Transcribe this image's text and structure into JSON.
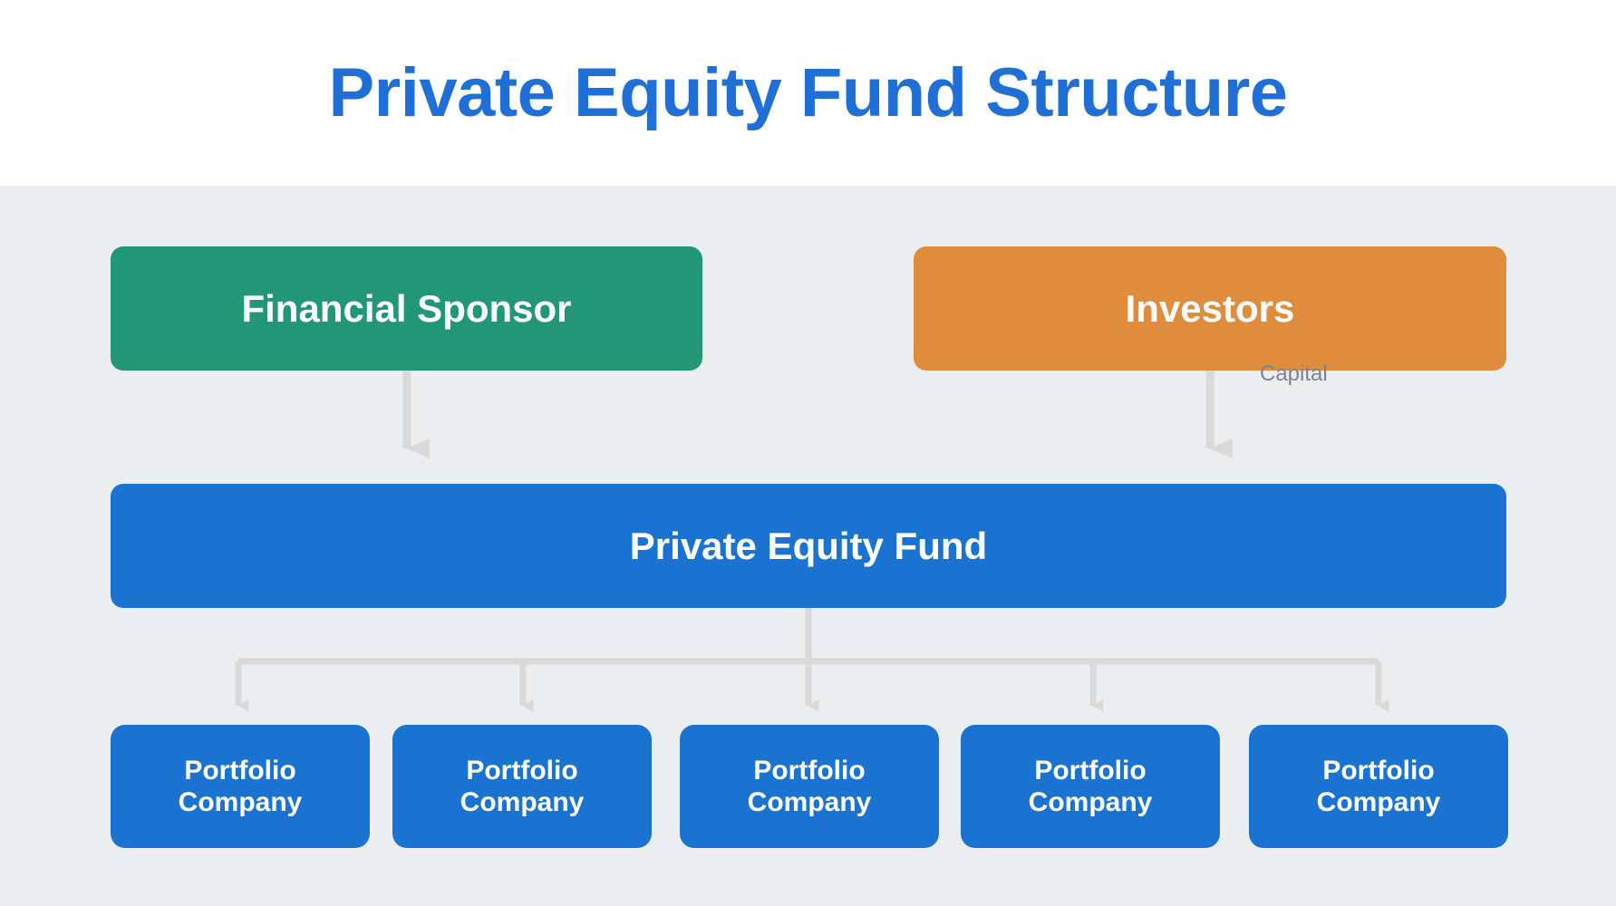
{
  "header": {
    "title": "Private Equity Fund Structure",
    "title_color": "#1f6fd6",
    "background": "#ffffff"
  },
  "canvas": {
    "background": "#ebedef",
    "connector_color": "#d9d9d9"
  },
  "diagram": {
    "type": "hierarchy-flowchart",
    "nodes": [
      {
        "id": "financial-sponsor",
        "label": "Financial Sponsor",
        "color": "#219775",
        "text_color": "#ffffff",
        "level": 1
      },
      {
        "id": "investors",
        "label": "Investors",
        "color": "#df8c3c",
        "text_color": "#ffffff",
        "level": 1
      },
      {
        "id": "private-equity-fund",
        "label": "Private Equity Fund",
        "color": "#1b73d1",
        "text_color": "#ffffff",
        "level": 2
      },
      {
        "id": "portfolio-company-1",
        "label": "Portfolio Company",
        "color": "#1b73d1",
        "text_color": "#ffffff",
        "level": 3
      },
      {
        "id": "portfolio-company-2",
        "label": "Portfolio Company",
        "color": "#1b73d1",
        "text_color": "#ffffff",
        "level": 3
      },
      {
        "id": "portfolio-company-3",
        "label": "Portfolio Company",
        "color": "#1b73d1",
        "text_color": "#ffffff",
        "level": 3
      },
      {
        "id": "portfolio-company-4",
        "label": "Portfolio Company",
        "color": "#1b73d1",
        "text_color": "#ffffff",
        "level": 3
      },
      {
        "id": "portfolio-company-5",
        "label": "Portfolio Company",
        "color": "#1b73d1",
        "text_color": "#ffffff",
        "level": 3
      }
    ],
    "edges": [
      {
        "from": "financial-sponsor",
        "to": "private-equity-fund",
        "label": ""
      },
      {
        "from": "investors",
        "to": "private-equity-fund",
        "label": "Capital"
      },
      {
        "from": "private-equity-fund",
        "to": "portfolio-company-1",
        "label": ""
      },
      {
        "from": "private-equity-fund",
        "to": "portfolio-company-2",
        "label": ""
      },
      {
        "from": "private-equity-fund",
        "to": "portfolio-company-3",
        "label": ""
      },
      {
        "from": "private-equity-fund",
        "to": "portfolio-company-4",
        "label": ""
      },
      {
        "from": "private-equity-fund",
        "to": "portfolio-company-5",
        "label": ""
      }
    ],
    "labels": {
      "capital": "Capital"
    }
  }
}
